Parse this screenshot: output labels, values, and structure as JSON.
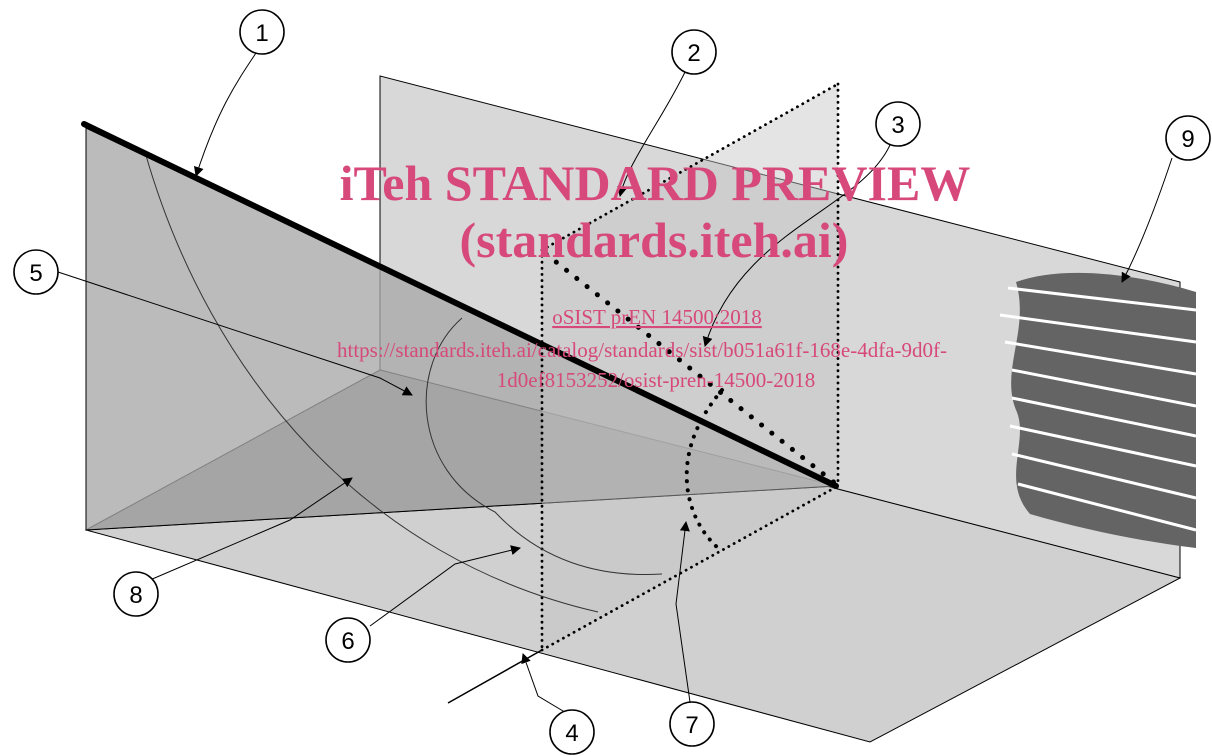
{
  "colors": {
    "vertical_wall": "#d8d8d8",
    "floor": "#d0d0d0",
    "slope_face": "#a8a8a8",
    "bottom_face": "#9d9d9d",
    "sample": "#646464",
    "watermark": "#d6497a"
  },
  "callouts": [
    "1",
    "2",
    "3",
    "4",
    "5",
    "6",
    "7",
    "8",
    "9"
  ],
  "watermark": {
    "line1": "iTeh STANDARD PREVIEW",
    "line2": "(standards.iteh.ai)",
    "line3": "oSIST prEN 14500:2018",
    "line4": "https://standards.iteh.ai/catalog/standards/sist/b051a61f-168e-4dfa-9d0f-",
    "line5": "1d0ef8153252/osist-pren-14500-2018"
  }
}
